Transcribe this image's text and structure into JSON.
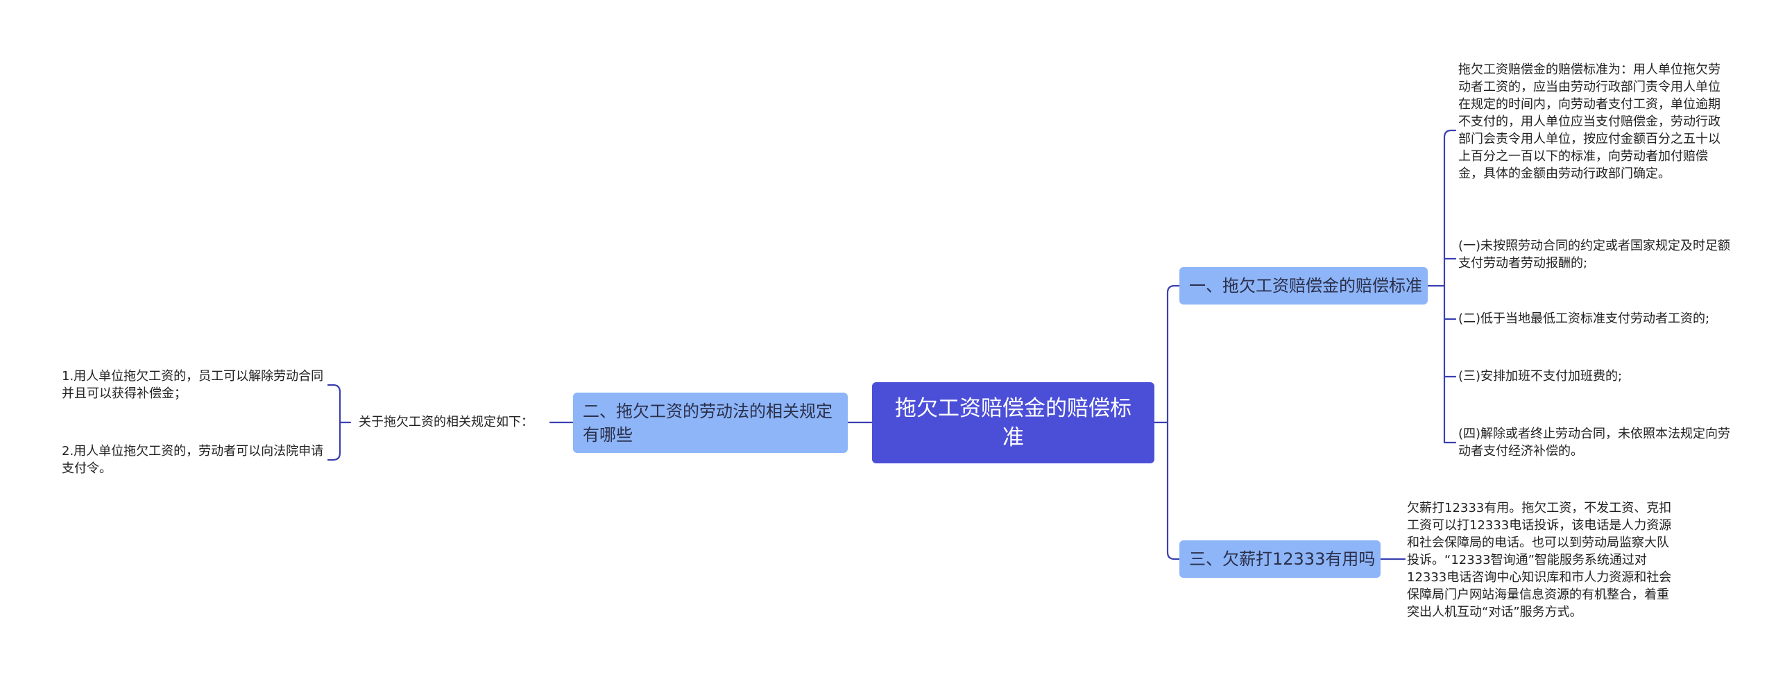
{
  "root": {
    "label": "拖欠工资赔偿金的赔偿标准"
  },
  "branches": {
    "left": {
      "label": "二、拖欠工资的劳动法的相关规定有哪些",
      "child": {
        "label": "关于拖欠工资的相关规定如下："
      },
      "leaves": [
        "1.用人单位拖欠工资的，员工可以解除劳动合同并且可以获得补偿金；",
        "2.用人单位拖欠工资的，劳动者可以向法院申请支付令。"
      ]
    },
    "top": {
      "label": "一、拖欠工资赔偿金的赔偿标准",
      "leaves": [
        "拖欠工资赔偿金的赔偿标准为：用人单位拖欠劳动者工资的，应当由劳动行政部门责令用人单位在规定的时间内，向劳动者支付工资，单位逾期不支付的，用人单位应当支付赔偿金，劳动行政部门会责令用人单位，按应付金额百分之五十以上百分之一百以下的标准，向劳动者加付赔偿金，具体的金额由劳动行政部门确定。",
        "(一)未按照劳动合同的约定或者国家规定及时足额支付劳动者劳动报酬的;",
        "(二)低于当地最低工资标准支付劳动者工资的;",
        "(三)安排加班不支付加班费的;",
        "(四)解除或者终止劳动合同，未依照本法规定向劳动者支付经济补偿的。"
      ]
    },
    "bottom": {
      "label": "三、欠薪打12333有用吗",
      "leaves": [
        "欠薪打12333有用。拖欠工资，不发工资、克扣工资可以打12333电话投诉，该电话是人力资源和社会保障局的电话。也可以到劳动局监察大队投诉。“12333智询通”智能服务系统通过对12333电话咨询中心知识库和市人力资源和社会保障局门户网站海量信息资源的有机整合，着重突出人机互动“对话”服务方式。"
      ]
    }
  },
  "colors": {
    "root_bg": "#4b4fd8",
    "branch_bg": "#8db5f8",
    "connector": "#3a3fb0"
  }
}
